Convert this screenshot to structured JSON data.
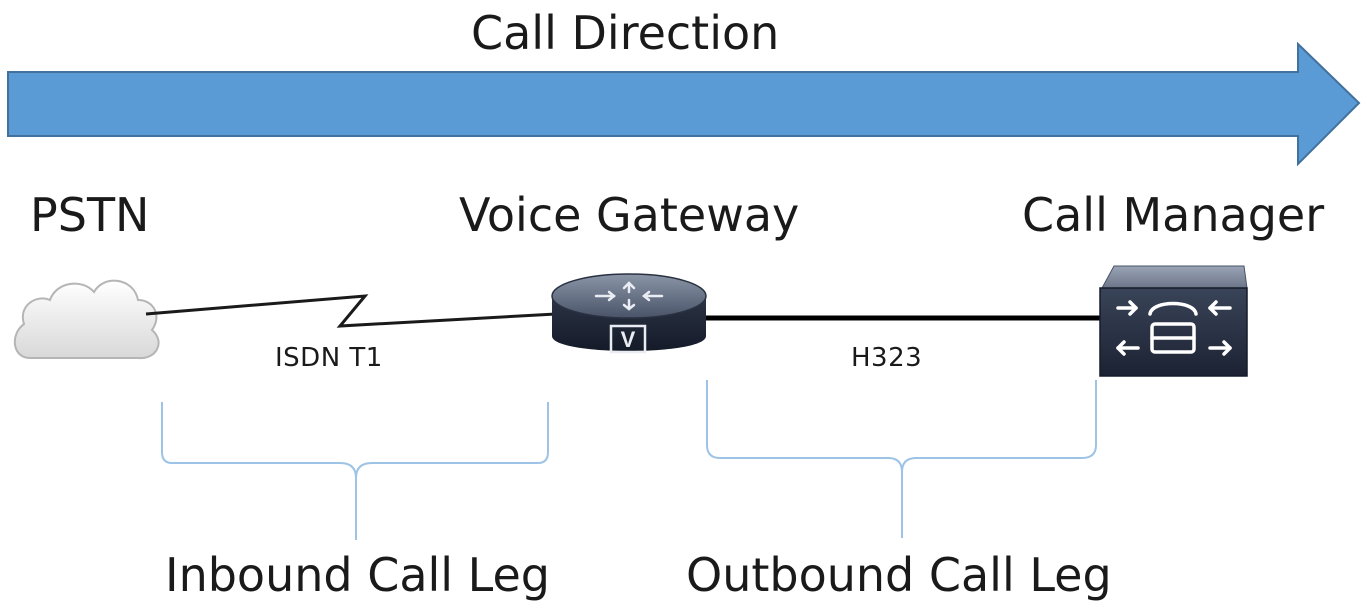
{
  "direction": {
    "label": "Call Direction",
    "color": "#5B9BD5"
  },
  "nodes": {
    "pstn": {
      "label": "PSTN",
      "icon": "cloud-icon"
    },
    "gateway": {
      "label": "Voice Gateway",
      "icon": "voice-router-icon",
      "badge": "V"
    },
    "manager": {
      "label": "Call Manager",
      "icon": "call-manager-server-icon"
    }
  },
  "links": {
    "pstn_gateway": {
      "label": "ISDN T1",
      "style": "serial-lightning"
    },
    "gateway_manager": {
      "label": "H323",
      "style": "solid"
    }
  },
  "legs": {
    "inbound": {
      "label": "Inbound Call Leg"
    },
    "outbound": {
      "label": "Outbound Call Leg"
    },
    "brace_color": "#9DC3E6"
  }
}
